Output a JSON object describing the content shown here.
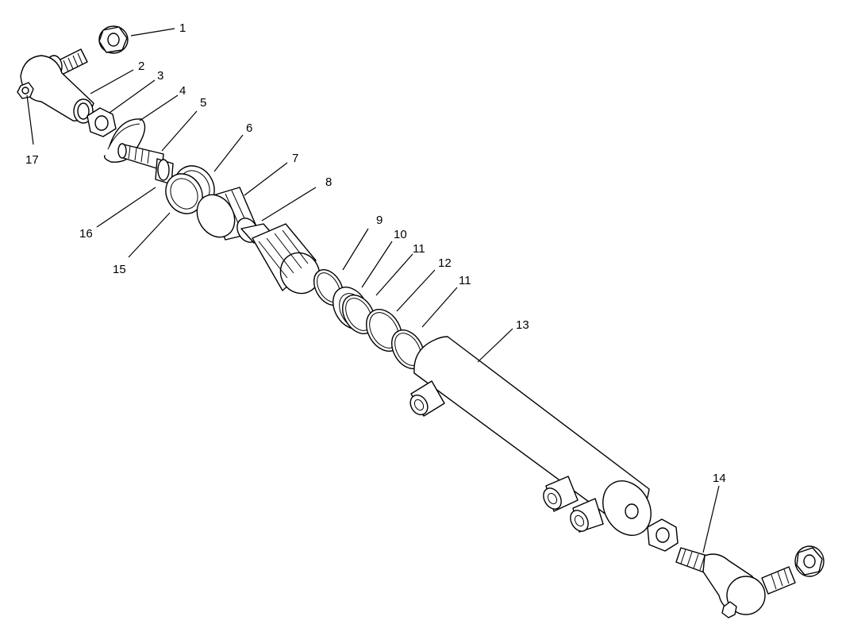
{
  "diagram": {
    "colors": {
      "line": "#000000",
      "background": "#ffffff"
    },
    "callouts": [
      {
        "id": "c1",
        "text": "1"
      },
      {
        "id": "c2",
        "text": "2"
      },
      {
        "id": "c3",
        "text": "3"
      },
      {
        "id": "c4",
        "text": "4"
      },
      {
        "id": "c5",
        "text": "5"
      },
      {
        "id": "c6",
        "text": "6"
      },
      {
        "id": "c7",
        "text": "7"
      },
      {
        "id": "c8",
        "text": "8"
      },
      {
        "id": "c9",
        "text": "9"
      },
      {
        "id": "c10",
        "text": "10"
      },
      {
        "id": "c11a",
        "text": "11"
      },
      {
        "id": "c12",
        "text": "12"
      },
      {
        "id": "c11b",
        "text": "11"
      },
      {
        "id": "c13",
        "text": "13"
      },
      {
        "id": "c14",
        "text": "14"
      },
      {
        "id": "c15",
        "text": "15"
      },
      {
        "id": "c16",
        "text": "16"
      },
      {
        "id": "c17",
        "text": "17"
      }
    ]
  }
}
